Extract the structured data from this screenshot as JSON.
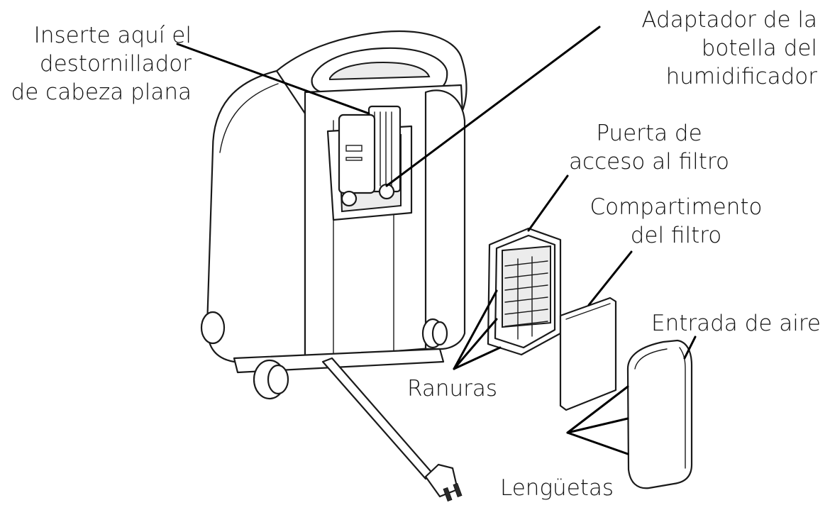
{
  "labels": {
    "screwdriver": [
      "Inserte aquí el",
      "destornillador",
      "de cabeza plana"
    ],
    "humidifier_adapter": [
      "Adaptador de la",
      "botella del",
      "humidificador"
    ],
    "filter_door": [
      "Puerta de",
      "acceso al filtro"
    ],
    "filter_compartment": [
      "Compartimento",
      "del filtro"
    ],
    "air_inlet": [
      "Entrada de aire"
    ],
    "slots": [
      "Ranuras"
    ],
    "tabs": [
      "Lengüetas"
    ]
  },
  "colors": {
    "line": "#1a1a1a",
    "background": "#ffffff",
    "text": "#111111"
  }
}
